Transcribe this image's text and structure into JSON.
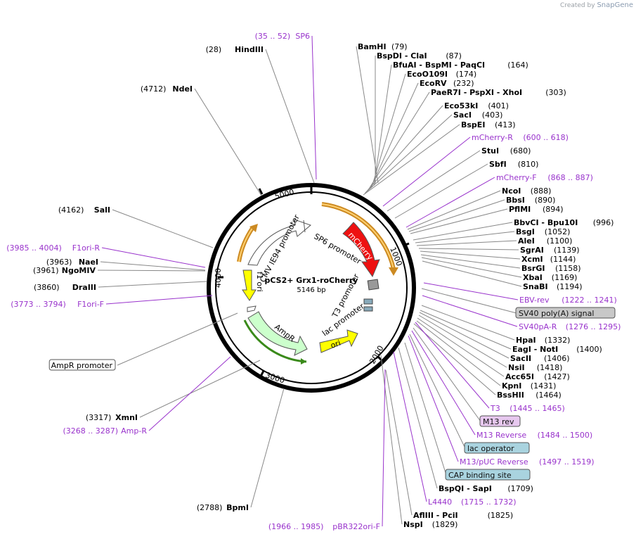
{
  "credit": {
    "prefix": "Created by",
    "brand": "SnapGene"
  },
  "plasmid": {
    "name": "pCS2+ Grx1-roCherry",
    "size": "5146 bp"
  },
  "ticks": [
    "1000",
    "2000",
    "3000",
    "4000",
    "5000"
  ],
  "features": [
    {
      "id": "mcherry",
      "label": "mCherry",
      "color": "#ee1111"
    },
    {
      "id": "ori",
      "label": "ori",
      "color": "#ffff00"
    },
    {
      "id": "ampr",
      "label": "AmpR",
      "color": "#ccffcc"
    },
    {
      "id": "f1ori",
      "label": "f1 ori",
      "color": "#ffff00"
    },
    {
      "id": "cmv",
      "label": "CMV IE94 promoter",
      "color": "#ffffff"
    },
    {
      "id": "sp6",
      "label": "SP6 promoter",
      "color": "#ffffff"
    },
    {
      "id": "t3",
      "label": "T3 promoter",
      "color": "#ffffff"
    },
    {
      "id": "lac",
      "label": "lac promoter",
      "color": "#ffffff"
    }
  ],
  "left_labels": [
    {
      "pos": "(35 .. 52)",
      "name": "SP6",
      "kind": "primer"
    },
    {
      "pos": "(28)",
      "name": "HindIII",
      "kind": "enzyme"
    },
    {
      "pos": "(4712)",
      "name": "NdeI",
      "kind": "enzyme"
    },
    {
      "pos": "(4162)",
      "name": "SalI",
      "kind": "enzyme"
    },
    {
      "pos": "(3985 .. 4004)",
      "name": "F1ori-R",
      "kind": "primer"
    },
    {
      "pos": "(3963)",
      "name": "NaeI",
      "kind": "enzyme"
    },
    {
      "pos": "(3961)",
      "name": "NgoMIV",
      "kind": "enzyme"
    },
    {
      "pos": "(3860)",
      "name": "DraIII",
      "kind": "enzyme"
    },
    {
      "pos": "(3773 .. 3794)",
      "name": "F1ori-F",
      "kind": "primer"
    },
    {
      "pos": "",
      "name": "AmpR promoter",
      "kind": "boxwhite"
    },
    {
      "pos": "(3317)",
      "name": "XmnI",
      "kind": "enzyme"
    },
    {
      "pos": "(3268 .. 3287)",
      "name": "Amp-R",
      "kind": "primer"
    },
    {
      "pos": "(2788)",
      "name": "BpmI",
      "kind": "enzyme"
    },
    {
      "pos": "(1966 .. 1985)",
      "name": "pBR322ori-F",
      "kind": "primer"
    }
  ],
  "right_labels": [
    {
      "name": "BamHI",
      "pos": "(79)",
      "kind": "enzyme"
    },
    {
      "name": "BspDI - ClaI",
      "pos": "(87)",
      "kind": "enzyme"
    },
    {
      "name": "BfuAI - BspMI - PaqCI",
      "pos": "(164)",
      "kind": "enzyme"
    },
    {
      "name": "EcoO109I",
      "pos": "(174)",
      "kind": "enzyme"
    },
    {
      "name": "EcoRV",
      "pos": "(232)",
      "kind": "enzyme"
    },
    {
      "name": "PaeR7I - PspXI - XhoI",
      "pos": "(303)",
      "kind": "enzyme"
    },
    {
      "name": "Eco53kI",
      "pos": "(401)",
      "kind": "enzyme"
    },
    {
      "name": "SacI",
      "pos": "(403)",
      "kind": "enzyme"
    },
    {
      "name": "BspEI",
      "pos": "(413)",
      "kind": "enzyme"
    },
    {
      "name": "mCherry-R",
      "pos": "(600 .. 618)",
      "kind": "primer"
    },
    {
      "name": "StuI",
      "pos": "(680)",
      "kind": "enzyme"
    },
    {
      "name": "SbfI",
      "pos": "(810)",
      "kind": "enzyme"
    },
    {
      "name": "mCherry-F",
      "pos": "(868 .. 887)",
      "kind": "primer"
    },
    {
      "name": "NcoI",
      "pos": "(888)",
      "kind": "enzyme"
    },
    {
      "name": "BbsI",
      "pos": "(890)",
      "kind": "enzyme"
    },
    {
      "name": "PflMI",
      "pos": "(894)",
      "kind": "enzyme"
    },
    {
      "name": "BbvCI - Bpu10I",
      "pos": "(996)",
      "kind": "enzyme"
    },
    {
      "name": "BsgI",
      "pos": "(1052)",
      "kind": "enzyme"
    },
    {
      "name": "AleI",
      "pos": "(1100)",
      "kind": "enzyme"
    },
    {
      "name": "SgrAI",
      "pos": "(1139)",
      "kind": "enzyme"
    },
    {
      "name": "XcmI",
      "pos": "(1144)",
      "kind": "enzyme"
    },
    {
      "name": "BsrGI",
      "pos": "(1158)",
      "kind": "enzyme"
    },
    {
      "name": "XbaI",
      "pos": "(1169)",
      "kind": "enzyme"
    },
    {
      "name": "SnaBI",
      "pos": "(1194)",
      "kind": "enzyme"
    },
    {
      "name": "EBV-rev",
      "pos": "(1222 .. 1241)",
      "kind": "primer"
    },
    {
      "name": "SV40 poly(A) signal",
      "pos": "",
      "kind": "boxgray"
    },
    {
      "name": "SV40pA-R",
      "pos": "(1276 .. 1295)",
      "kind": "primer"
    },
    {
      "name": "HpaI",
      "pos": "(1332)",
      "kind": "enzyme"
    },
    {
      "name": "EagI - NotI",
      "pos": "(1400)",
      "kind": "enzyme"
    },
    {
      "name": "SacII",
      "pos": "(1406)",
      "kind": "enzyme"
    },
    {
      "name": "NsiI",
      "pos": "(1418)",
      "kind": "enzyme"
    },
    {
      "name": "Acc65I",
      "pos": "(1427)",
      "kind": "enzyme"
    },
    {
      "name": "KpnI",
      "pos": "(1431)",
      "kind": "enzyme"
    },
    {
      "name": "BssHII",
      "pos": "(1464)",
      "kind": "enzyme"
    },
    {
      "name": "T3",
      "pos": "(1445 .. 1465)",
      "kind": "primer"
    },
    {
      "name": "M13 rev",
      "pos": "",
      "kind": "boxpink"
    },
    {
      "name": "M13 Reverse",
      "pos": "(1484 .. 1500)",
      "kind": "primer"
    },
    {
      "name": "lac operator",
      "pos": "",
      "kind": "boxblue"
    },
    {
      "name": "M13/pUC Reverse",
      "pos": "(1497 .. 1519)",
      "kind": "primer"
    },
    {
      "name": "CAP binding site",
      "pos": "",
      "kind": "boxblue"
    },
    {
      "name": "BspQI - SapI",
      "pos": "(1709)",
      "kind": "enzyme"
    },
    {
      "name": "L4440",
      "pos": "(1715 .. 1732)",
      "kind": "primer"
    },
    {
      "name": "AflIII - PciI",
      "pos": "(1825)",
      "kind": "enzyme"
    },
    {
      "name": "NspI",
      "pos": "(1829)",
      "kind": "enzyme"
    }
  ]
}
